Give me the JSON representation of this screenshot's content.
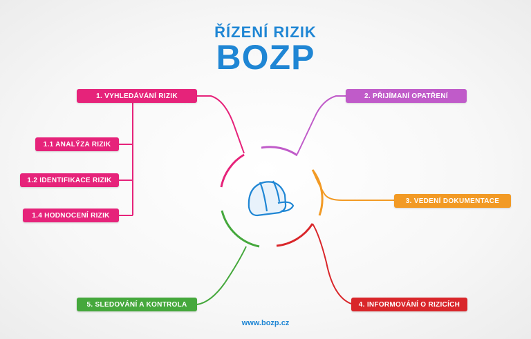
{
  "title": {
    "line1": "ŘÍZENÍ RIZIK",
    "line2": "BOZP"
  },
  "colors": {
    "brand": "#1f86d4",
    "pink": "#e6237a",
    "purple": "#c05bc9",
    "orange": "#f29a25",
    "red": "#d9262a",
    "green": "#45a83c"
  },
  "center_icon": "hard-hat-icon",
  "nodes": {
    "vyhledavani": "1. VYHLEDÁVÁNÍ RIZIK",
    "analyza": "1.1 ANALÝZA RIZIK",
    "identifikace": "1.2 IDENTIFIKACE RIZIK",
    "hodnoceni": "1.4 HODNOCENÍ RIZIK",
    "prijimani": "2. PŘIJÍMANÍ OPATŘENÍ",
    "dokumentace": "3. VEDENÍ DOKUMENTACE",
    "informovani": "4. INFORMOVÁNÍ O RIZICÍCH",
    "sledovani": "5. SLEDOVÁNÍ A KONTROLA"
  },
  "footer": "www.bozp.cz"
}
